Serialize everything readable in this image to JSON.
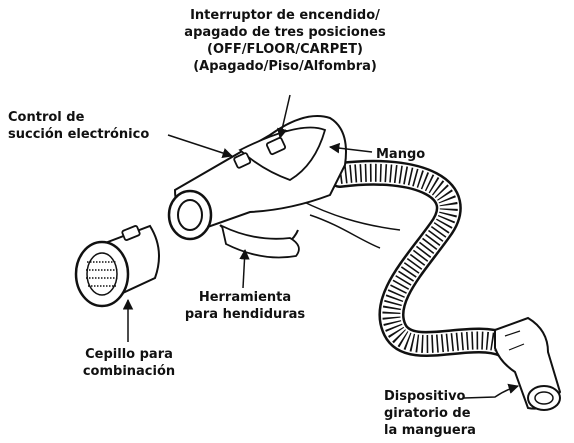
{
  "labels": {
    "switch": {
      "line1": "Interruptor de encendido/",
      "line2": "apagado de tres posiciones",
      "line3": "(OFF/FLOOR/CARPET)",
      "line4": "(Apagado/Piso/Alfombra)"
    },
    "suction": {
      "line1": "Control de",
      "line2": "succión electrónico"
    },
    "handle": {
      "line1": "Mango"
    },
    "crevice": {
      "line1": "Herramienta",
      "line2": "para hendiduras"
    },
    "brush": {
      "line1": "Cepillo para",
      "line2": "combinación"
    },
    "swivel": {
      "line1": "Dispositivo",
      "line2": "giratorio de",
      "line3": "la manguera"
    }
  }
}
